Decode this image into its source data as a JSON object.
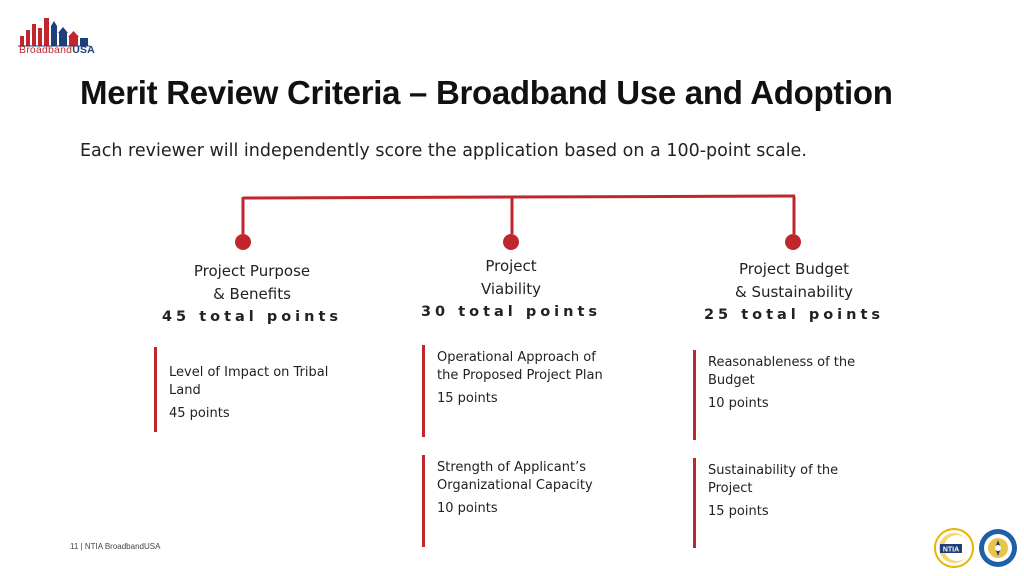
{
  "brand": {
    "name_part1": "Broadband",
    "name_part2": "USA",
    "red": "#c0272d",
    "blue": "#1f3f7a"
  },
  "slide": {
    "title": "Merit Review Criteria – Broadband Use and Adoption",
    "subtitle": "Each reviewer will independently score the application based on a 100-point scale."
  },
  "columns": [
    {
      "heading_line1": "Project Purpose",
      "heading_line2": "& Benefits",
      "points": "45 total points",
      "items": [
        {
          "name": "Level of Impact on Tribal Land",
          "points": "45 points"
        }
      ]
    },
    {
      "heading_line1": "Project",
      "heading_line2": "Viability",
      "points": "30 total points",
      "items": [
        {
          "name": "Operational Approach of the Proposed Project Plan",
          "points": "15 points"
        },
        {
          "name": "Strength of Applicant’s Organizational Capacity",
          "points": "10 points"
        }
      ]
    },
    {
      "heading_line1": "Project Budget",
      "heading_line2": "& Sustainability",
      "points": "25 total points",
      "items": [
        {
          "name": "Reasonableness of the Budget",
          "points": "10 points"
        },
        {
          "name": "Sustainability of the Project",
          "points": "15 points"
        }
      ]
    }
  ],
  "footer": {
    "text": "11 | NTIA BroadbandUSA"
  },
  "seals": {
    "ntia": "ntia-seal-icon",
    "commerce": "commerce-seal-icon"
  }
}
